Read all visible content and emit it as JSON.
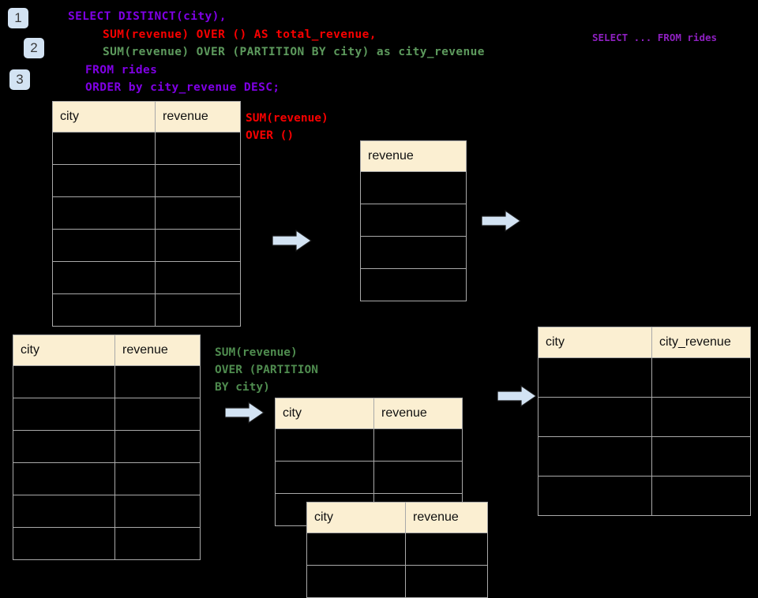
{
  "badges": [
    {
      "label": "1"
    },
    {
      "label": "2"
    },
    {
      "label": "3"
    }
  ],
  "sql": {
    "line1": "SELECT DISTINCT(city),",
    "line2": "SUM(revenue) OVER () AS total_revenue,",
    "line3": "SUM(revenue) OVER (PARTITION BY city) as city_revenue",
    "line4": "FROM rides",
    "line5": "ORDER by city_revenue DESC;",
    "colors": {
      "select_distinct": "#8000e6",
      "sum_over_empty": "#f80000",
      "sum_over_partition": "#5d9a5d",
      "from_order": "#8000e6"
    }
  },
  "labels": {
    "select_from_rides": "SELECT ... FROM rides",
    "sum_over_empty": "SUM(revenue)\nOVER ()",
    "sum_over_partition": "SUM(revenue)\nOVER (PARTITION\nBY city)"
  },
  "tables": {
    "rides_top": {
      "name": "rides",
      "headers": [
        "city",
        "revenue"
      ],
      "row_count": 6,
      "rows": [
        [
          "",
          ""
        ],
        [
          "",
          ""
        ],
        [
          "",
          ""
        ],
        [
          "",
          ""
        ],
        [
          "",
          ""
        ],
        [
          "",
          ""
        ]
      ]
    },
    "total_revenue": {
      "name": "total_revenue",
      "headers": [
        "revenue"
      ],
      "row_count": 4,
      "rows": [
        [
          ""
        ],
        [
          ""
        ],
        [
          ""
        ],
        [
          ""
        ]
      ]
    },
    "rides_bottom": {
      "name": "rides",
      "headers": [
        "city",
        "revenue"
      ],
      "row_count": 6,
      "rows": [
        [
          "",
          ""
        ],
        [
          "",
          ""
        ],
        [
          "",
          ""
        ],
        [
          "",
          ""
        ],
        [
          "",
          ""
        ],
        [
          "",
          ""
        ]
      ]
    },
    "partition_back": {
      "name": "partition-group",
      "headers": [
        "city",
        "revenue"
      ],
      "row_count": 3,
      "rows": [
        [
          "",
          ""
        ],
        [
          "",
          ""
        ],
        [
          "",
          ""
        ]
      ]
    },
    "partition_front": {
      "name": "partition-group",
      "headers": [
        "city",
        "revenue"
      ],
      "row_count": 2,
      "rows": [
        [
          "",
          ""
        ],
        [
          "",
          ""
        ]
      ]
    },
    "result": {
      "name": "result",
      "headers": [
        "city",
        "city_revenue"
      ],
      "row_count": 4,
      "rows": [
        [
          "",
          ""
        ],
        [
          "",
          ""
        ],
        [
          "",
          ""
        ],
        [
          "",
          ""
        ]
      ]
    }
  },
  "colors": {
    "background": "#000000",
    "table_header_bg": "#fbefd2",
    "table_border": "#a9a9a9",
    "badge_bg": "#d3e3f3",
    "arrow_fill": "#d3e3f3",
    "arrow_stroke": "#1a1a1a"
  },
  "arrows": [
    {
      "name": "arrow-rides-to-total"
    },
    {
      "name": "arrow-total-to-result"
    },
    {
      "name": "arrow-rides-to-partition"
    },
    {
      "name": "arrow-partition-to-result"
    }
  ]
}
